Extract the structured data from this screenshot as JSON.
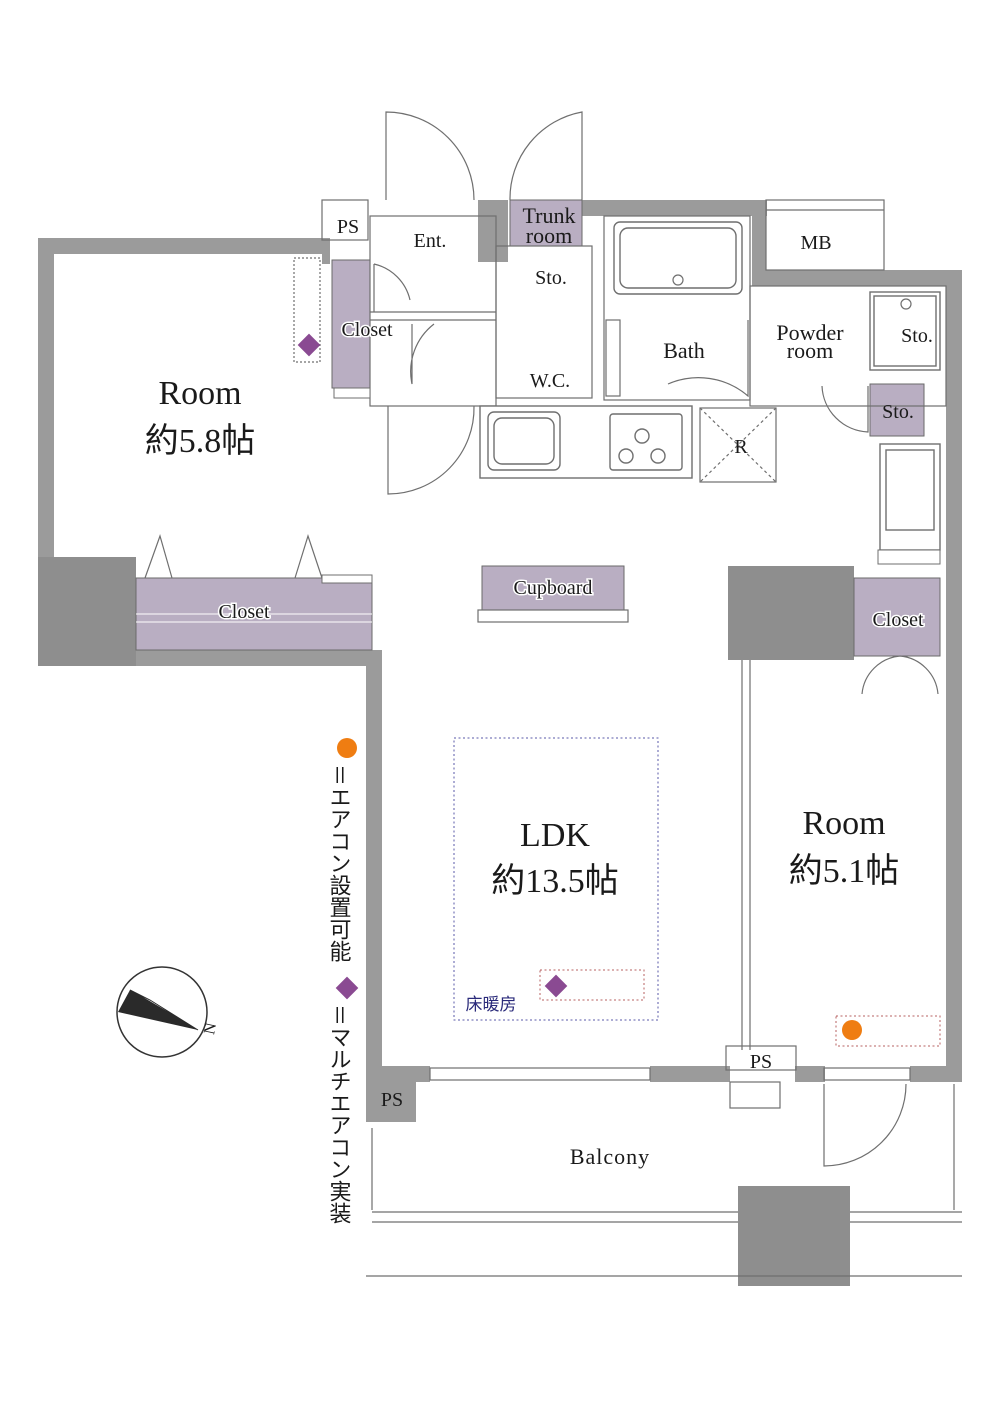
{
  "rooms": {
    "room_west": {
      "name": "Room",
      "size": "約5.8帖"
    },
    "ldk": {
      "name": "LDK",
      "size": "約13.5帖"
    },
    "room_east": {
      "name": "Room",
      "size": "約5.1帖"
    }
  },
  "spaces": {
    "entrance": "Ent.",
    "trunk_room_line1": "Trunk",
    "trunk_room_line2": "room",
    "storage_wc": "Sto.",
    "wc": "W.C.",
    "bath": "Bath",
    "powder_room_line1": "Powder",
    "powder_room_line2": "room",
    "storage_powder": "Sto.",
    "storage_hall": "Sto.",
    "mb": "MB",
    "ps_top": "PS",
    "ps_balcony_left": "PS",
    "ps_balcony_right": "PS",
    "closet_entry": "Closet",
    "closet_room_west": "Closet",
    "closet_room_east": "Closet",
    "cupboard": "Cupboard",
    "refrigerator": "R",
    "balcony": "Balcony",
    "floor_heating": "床暖房"
  },
  "legend": {
    "aircon_possible": "＝エアコン設置可能",
    "multi_aircon": "＝マルチエアコン実装",
    "aircon_color": "#ef7d12",
    "multi_color": "#8a4a92"
  },
  "compass": {
    "north_label": "N"
  },
  "colors": {
    "wall": "#9b9b9b",
    "storage_fill": "#b9aec2"
  }
}
